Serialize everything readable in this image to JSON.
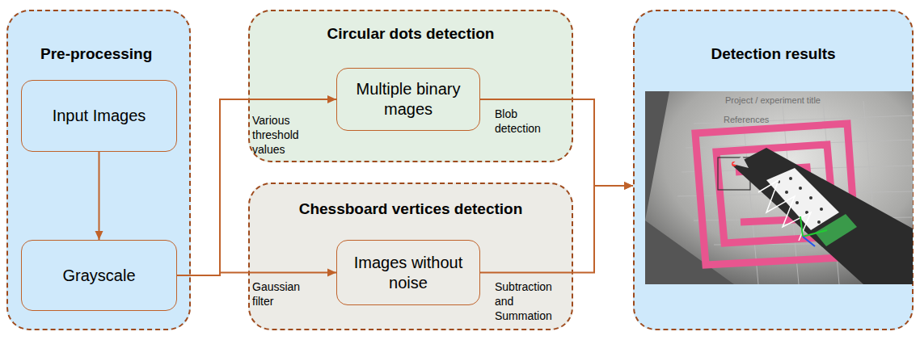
{
  "diagram": {
    "nodes": [
      {
        "text": [
          "Pre-processing"
        ]
      },
      {
        "text": [
          "Input Images"
        ],
        "in": 0
      },
      {
        "text": [
          "Grayscale"
        ],
        "in": 0
      },
      {
        "text": [
          "Circular dots detection"
        ]
      },
      {
        "text": [
          "Multiple binary mages"
        ],
        "in": 3
      },
      {
        "text": [
          "Chessboard vertices detection"
        ]
      },
      {
        "text": [
          "Images without noise"
        ],
        "in": 5
      },
      {
        "text": [
          "Detection results"
        ]
      }
    ],
    "edges": [
      {
        "from": 1,
        "to": 2,
        "arrow": "to"
      },
      {
        "from": 2,
        "to": 4,
        "label": "Various threshold values",
        "arrow": "to"
      },
      {
        "from": 2,
        "to": 6,
        "label": "Gaussian filter",
        "arrow": "to"
      },
      {
        "from": 4,
        "to": 7,
        "label": "Blob detection",
        "arrow": "to"
      },
      {
        "from": 6,
        "to": 7,
        "label": "Subtraction and Summation",
        "arrow": "to"
      }
    ],
    "labels": [
      "Project / experiment title",
      "References"
    ]
  }
}
